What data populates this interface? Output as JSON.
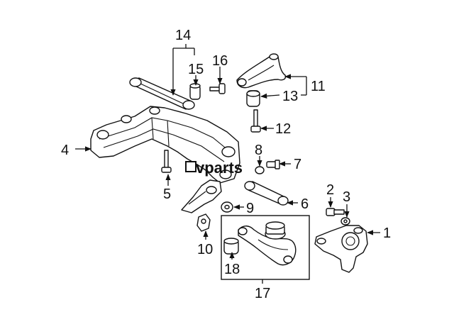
{
  "watermark": "vparts",
  "callouts": {
    "n1": "1",
    "n2": "2",
    "n3": "3",
    "n4": "4",
    "n5": "5",
    "n6": "6",
    "n7": "7",
    "n8": "8",
    "n9": "9",
    "n10": "10",
    "n11": "11",
    "n12": "12",
    "n13": "13",
    "n14": "14",
    "n15": "15",
    "n16": "16",
    "n17": "17",
    "n18": "18"
  }
}
